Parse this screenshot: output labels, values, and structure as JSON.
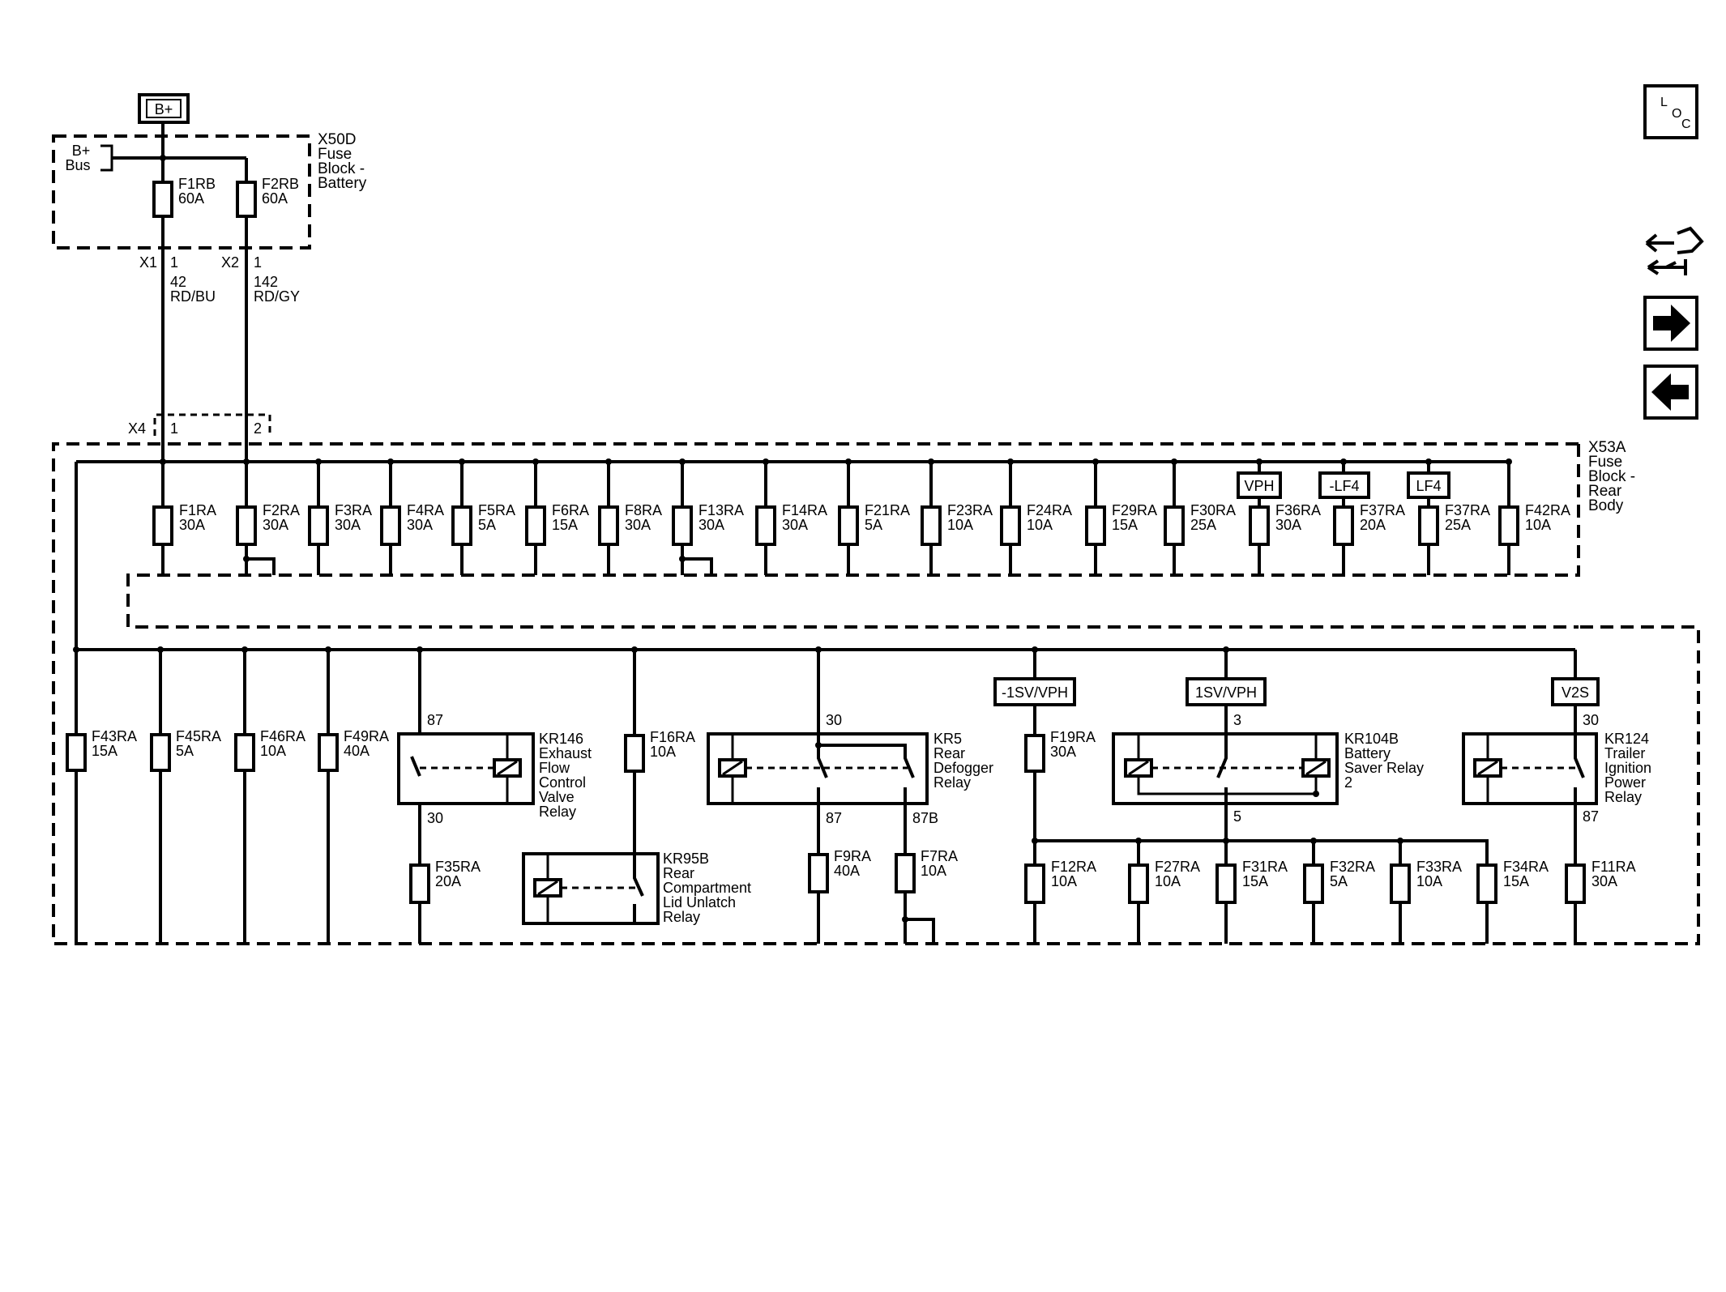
{
  "power_source": {
    "label": "B+"
  },
  "battery_block": {
    "bus_label_1": "B+",
    "bus_label_2": "Bus",
    "name_lines": [
      "X50D",
      "Fuse",
      "Block -",
      "Battery"
    ],
    "fuses": [
      {
        "name": "F1RB",
        "rating": "60A"
      },
      {
        "name": "F2RB",
        "rating": "60A"
      }
    ]
  },
  "harness": {
    "left": {
      "connector": "X1",
      "pin": "1",
      "circuit": "42",
      "color": "RD/BU"
    },
    "right": {
      "connector": "X2",
      "pin": "1",
      "circuit": "142",
      "color": "RD/GY"
    }
  },
  "x4": {
    "connector": "X4",
    "pin1": "1",
    "pin2": "2"
  },
  "rear_block": {
    "name_lines": [
      "X53A",
      "Fuse",
      "Block -",
      "Rear",
      "Body"
    ]
  },
  "top_fuses": [
    {
      "name": "F1RA",
      "rating": "30A"
    },
    {
      "name": "F2RA",
      "rating": "30A"
    },
    {
      "name": "F3RA",
      "rating": "30A"
    },
    {
      "name": "F4RA",
      "rating": "30A"
    },
    {
      "name": "F5RA",
      "rating": "5A"
    },
    {
      "name": "F6RA",
      "rating": "15A"
    },
    {
      "name": "F8RA",
      "rating": "30A"
    },
    {
      "name": "F13RA",
      "rating": "30A"
    },
    {
      "name": "F14RA",
      "rating": "30A"
    },
    {
      "name": "F21RA",
      "rating": "5A"
    },
    {
      "name": "F23RA",
      "rating": "10A"
    },
    {
      "name": "F24RA",
      "rating": "10A"
    },
    {
      "name": "F29RA",
      "rating": "15A"
    },
    {
      "name": "F30RA",
      "rating": "25A"
    },
    {
      "name": "F36RA",
      "rating": "30A"
    },
    {
      "name": "F37RA",
      "rating": "20A"
    },
    {
      "name": "F37RA",
      "rating": "25A"
    },
    {
      "name": "F42RA",
      "rating": "10A"
    }
  ],
  "top_tags": [
    "VPH",
    "-LF4",
    "LF4"
  ],
  "bottom_fuses": {
    "f43": {
      "name": "F43RA",
      "rating": "15A"
    },
    "f45": {
      "name": "F45RA",
      "rating": "5A"
    },
    "f46": {
      "name": "F46RA",
      "rating": "10A"
    },
    "f49": {
      "name": "F49RA",
      "rating": "40A"
    },
    "f35": {
      "name": "F35RA",
      "rating": "20A"
    },
    "f16": {
      "name": "F16RA",
      "rating": "10A"
    },
    "f9": {
      "name": "F9RA",
      "rating": "40A"
    },
    "f7": {
      "name": "F7RA",
      "rating": "10A"
    },
    "f19": {
      "name": "F19RA",
      "rating": "30A"
    },
    "f12": {
      "name": "F12RA",
      "rating": "10A"
    },
    "f27": {
      "name": "F27RA",
      "rating": "10A"
    },
    "f31": {
      "name": "F31RA",
      "rating": "15A"
    },
    "f32": {
      "name": "F32RA",
      "rating": "5A"
    },
    "f33": {
      "name": "F33RA",
      "rating": "10A"
    },
    "f34": {
      "name": "F34RA",
      "rating": "15A"
    },
    "f11": {
      "name": "F11RA",
      "rating": "30A"
    }
  },
  "bottom_tags": {
    "sv_neg": "-1SV/VPH",
    "sv_pos": "1SV/VPH",
    "v2s": "V2S"
  },
  "relays": {
    "kr146": {
      "lines": [
        "KR146",
        "Exhaust",
        "Flow",
        "Control",
        "Valve",
        "Relay"
      ],
      "pin_in": "87",
      "pin_out": "30"
    },
    "kr95b": {
      "lines": [
        "KR95B",
        "Rear",
        "Compartment",
        "Lid Unlatch",
        "Relay"
      ]
    },
    "kr5": {
      "lines": [
        "KR5",
        "Rear",
        "Defogger",
        "Relay"
      ],
      "pin_in": "30",
      "pin_out_a": "87",
      "pin_out_b": "87B"
    },
    "kr104b": {
      "lines": [
        "KR104B",
        "Battery",
        "Saver Relay",
        "2"
      ],
      "pin_in": "3",
      "pin_out": "5"
    },
    "kr124": {
      "lines": [
        "KR124",
        "Trailer",
        "Ignition",
        "Power",
        "Relay"
      ],
      "pin_in": "30",
      "pin_out": "87"
    }
  },
  "nav": {
    "loc_l": "L",
    "loc_o": "O",
    "loc_c": "C",
    "icons": [
      "loc-icon",
      "diagnostic-connector-icon",
      "arrow-right-icon",
      "arrow-left-icon"
    ]
  }
}
